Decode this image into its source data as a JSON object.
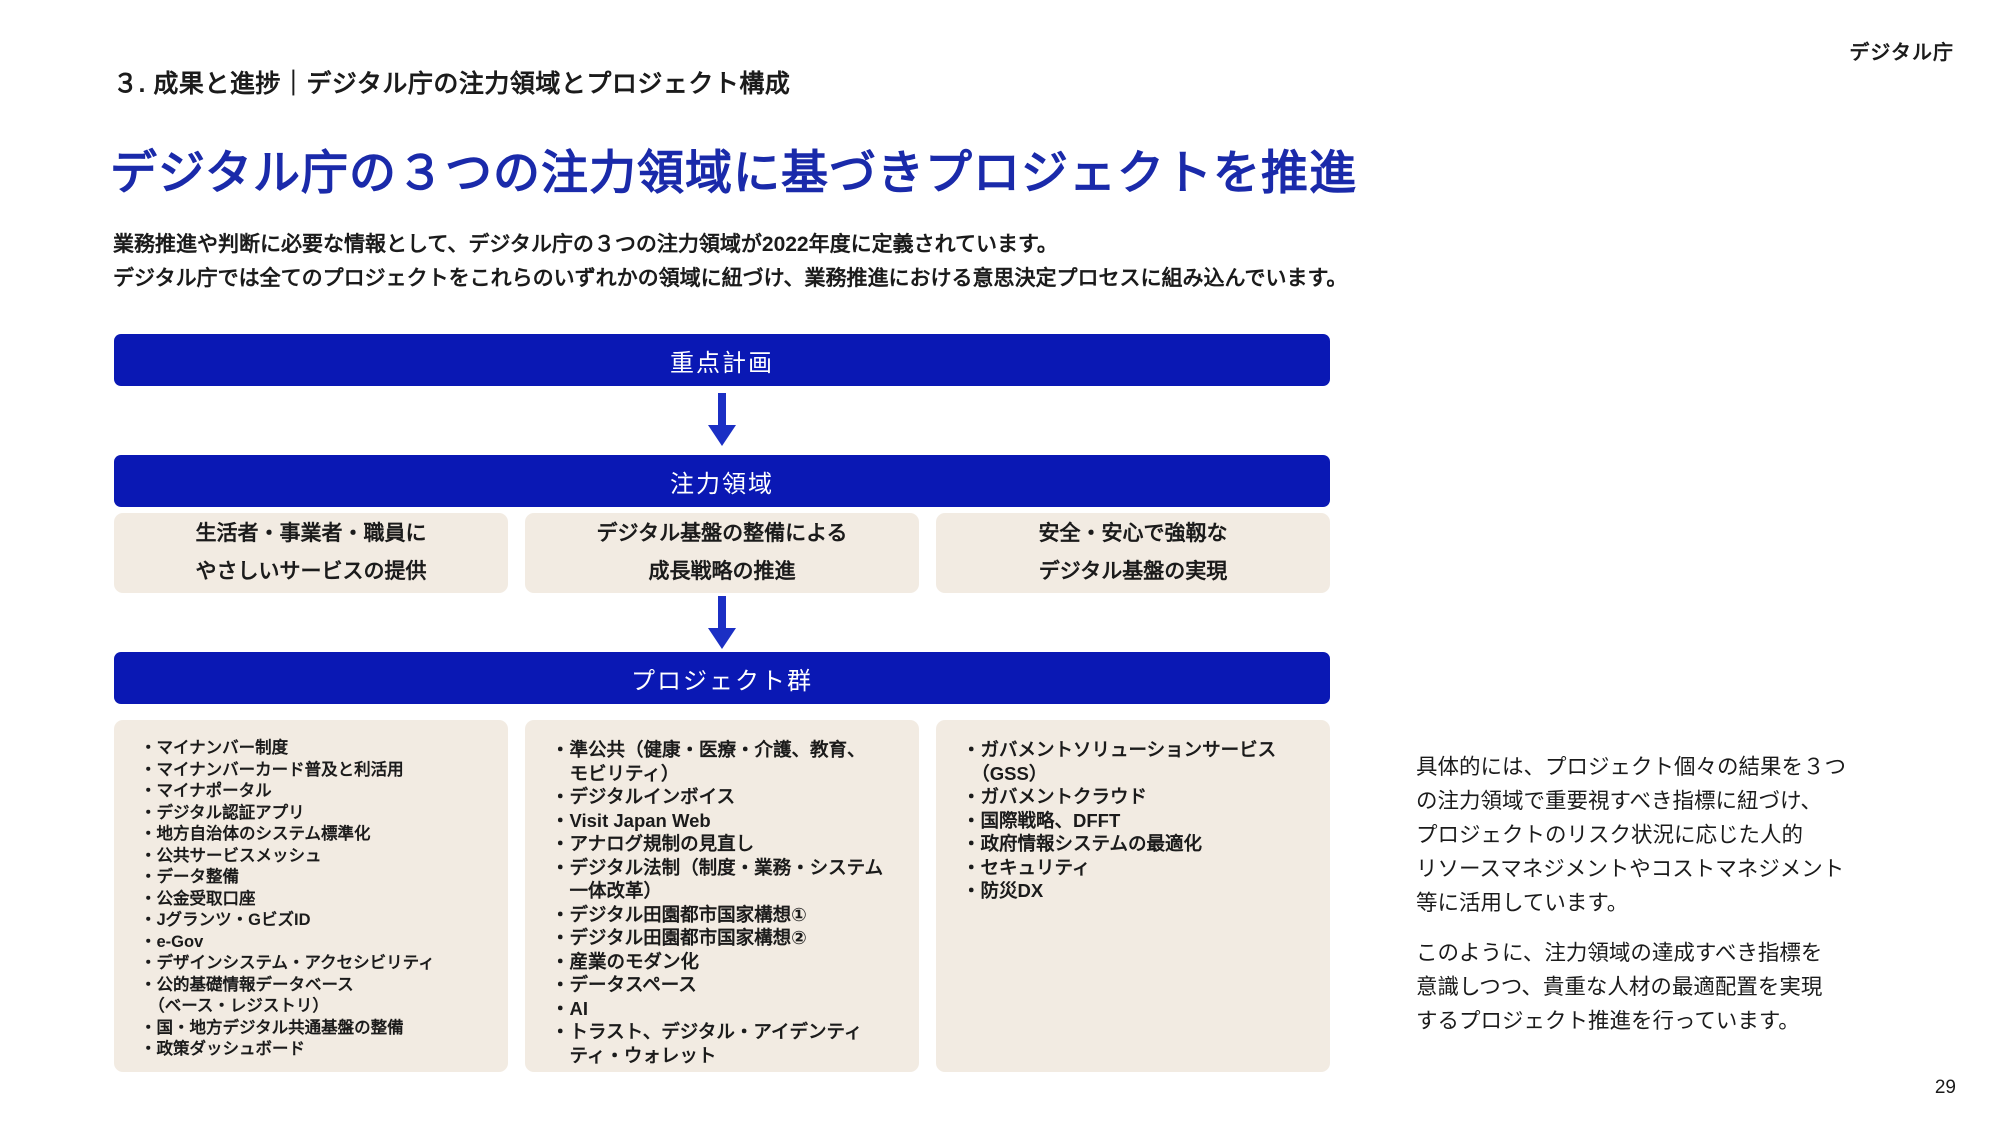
{
  "page": {
    "logo": "デジタル庁",
    "section_header": "３. 成果と進捗｜デジタル庁の注力領域とプロジェクト構成",
    "title": "デジタル庁の３つの注力領域に基づきプロジェクトを推進",
    "intro": "業務推進や判断に必要な情報として、デジタル庁の３つの注力領域が2022年度に定義されています。\nデジタル庁では全てのプロジェクトをこれらのいずれかの領域に紐づけ、業務推進における意思決定プロセスに組み込んでいます。",
    "page_number": "29"
  },
  "flow": {
    "level1_label": "重点計画",
    "level2_label": "注力領域",
    "level3_label": "プロジェクト群",
    "focus_areas": [
      {
        "text": "生活者・事業者・職員に\nやさしいサービスの提供"
      },
      {
        "text": "デジタル基盤の整備による\n成長戦略の推進"
      },
      {
        "text": "安全・安心で強靱な\nデジタル基盤の実現"
      }
    ],
    "project_groups": [
      {
        "lines": [
          "・マイナンバー制度",
          "・マイナンバーカード普及と利活用",
          "・マイナポータル",
          "・デジタル認証アプリ",
          "・地方自治体のシステム標準化",
          "・公共サービスメッシュ",
          "・データ整備",
          "・公金受取口座",
          "・Jグランツ・GビズID",
          "・e-Gov",
          "・デザインシステム・アクセシビリティ",
          "・公的基礎情報データベース",
          "　（ベース・レジストリ）",
          "・国・地方デジタル共通基盤の整備",
          "・政策ダッシュボード"
        ]
      },
      {
        "lines": [
          "・準公共（健康・医療・介護、教育、",
          "　モビリティ）",
          "・デジタルインボイス",
          "・Visit Japan Web",
          "・アナログ規制の見直し",
          "・デジタル法制（制度・業務・システム",
          "　一体改革）",
          "・デジタル田園都市国家構想①",
          "・デジタル田園都市国家構想②",
          "・産業のモダン化",
          "・データスペース",
          "・AI",
          "・トラスト、デジタル・アイデンティ",
          "　ティ・ウォレット"
        ]
      },
      {
        "lines": [
          "・ガバメントソリューションサービス",
          "　（GSS）",
          "・ガバメントクラウド",
          "・国際戦略、DFFT",
          "・政府情報システムの最適化",
          "・セキュリティ",
          "・防災DX"
        ]
      }
    ]
  },
  "sidebar": {
    "paragraph1": "具体的には、プロジェクト個々の結果を３つ\nの注力領域で重要視すべき指標に紐づけ、\nプロジェクトのリスク状況に応じた人的\nリソースマネジメントやコストマネジメント\n等に活用しています。",
    "paragraph2": "このように、注力領域の達成すべき指標を\n意識しつつ、貴重な人材の最適配置を実現\nするプロジェクト推進を行っています。"
  },
  "colors": {
    "bar_blue": "#0A18B4",
    "title_blue": "#1A2AAA",
    "arrow_blue": "#1B2FC4",
    "box_beige": "#F2EBE2",
    "text": "#1B1B1B",
    "background": "#FFFFFF"
  }
}
